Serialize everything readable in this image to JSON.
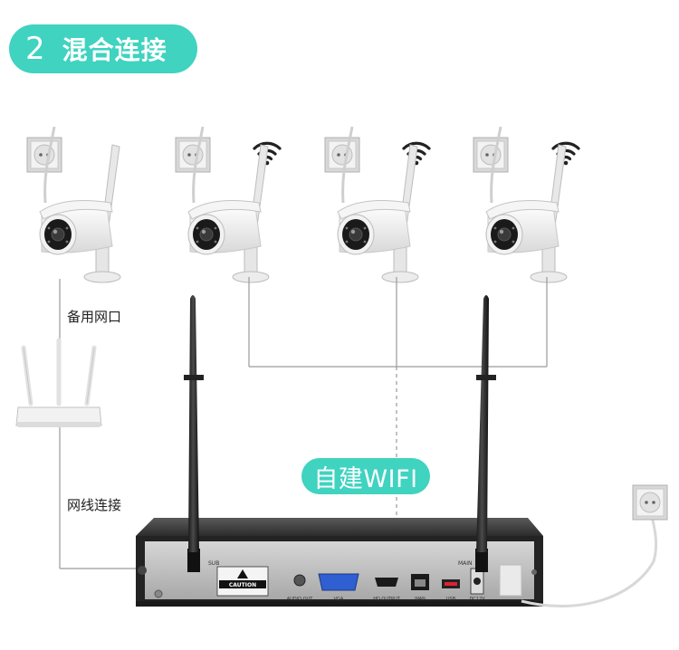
{
  "step": {
    "number": "2",
    "title": "混合连接"
  },
  "labels": {
    "backup_port": "备用网口",
    "cable_connection": "网线连接",
    "self_wifi": "自建WIFI"
  },
  "nvr_panel": {
    "antenna_left": "SUB",
    "antenna_right": "MAIN",
    "caution": "CAUTION",
    "ports": [
      "AUDIO OUT",
      "VGA",
      "HD OUTPUT",
      "WAN",
      "USB",
      "DC12V"
    ]
  },
  "colors": {
    "accent": "#3fd3c0",
    "line": "#9a9a9a",
    "nvr_body": "#2a2a2a"
  },
  "icons": [
    "power-socket-icon",
    "wifi-icon",
    "camera-icon",
    "router-icon",
    "nvr-icon",
    "antenna-icon"
  ]
}
